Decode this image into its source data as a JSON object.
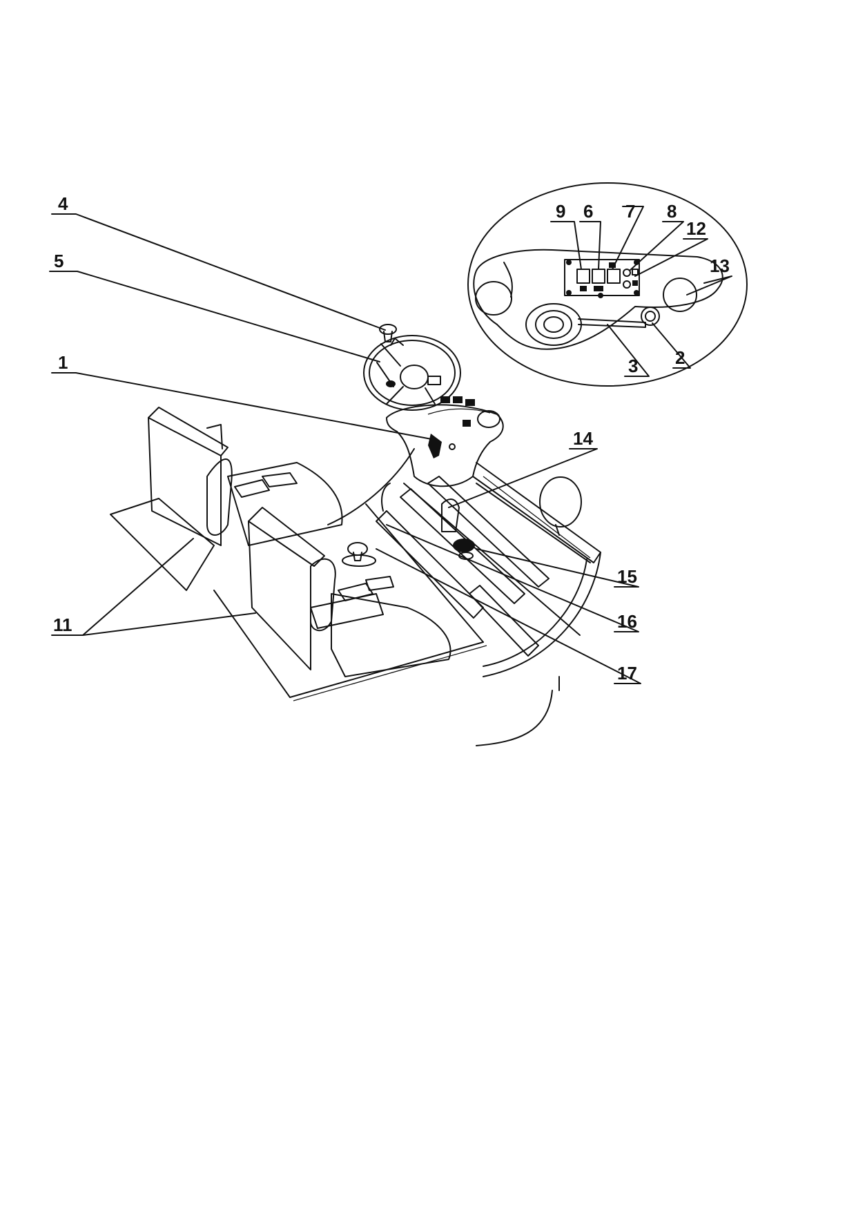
{
  "figure": {
    "labels": {
      "l1": "1",
      "l2": "2",
      "l3": "3",
      "l4": "4",
      "l5": "5",
      "l6": "6",
      "l7": "7",
      "l8": "8",
      "l9": "9",
      "l11": "11",
      "l12": "12",
      "l13": "13",
      "l14": "14",
      "l15": "15",
      "l16": "16",
      "l17": "17"
    }
  }
}
